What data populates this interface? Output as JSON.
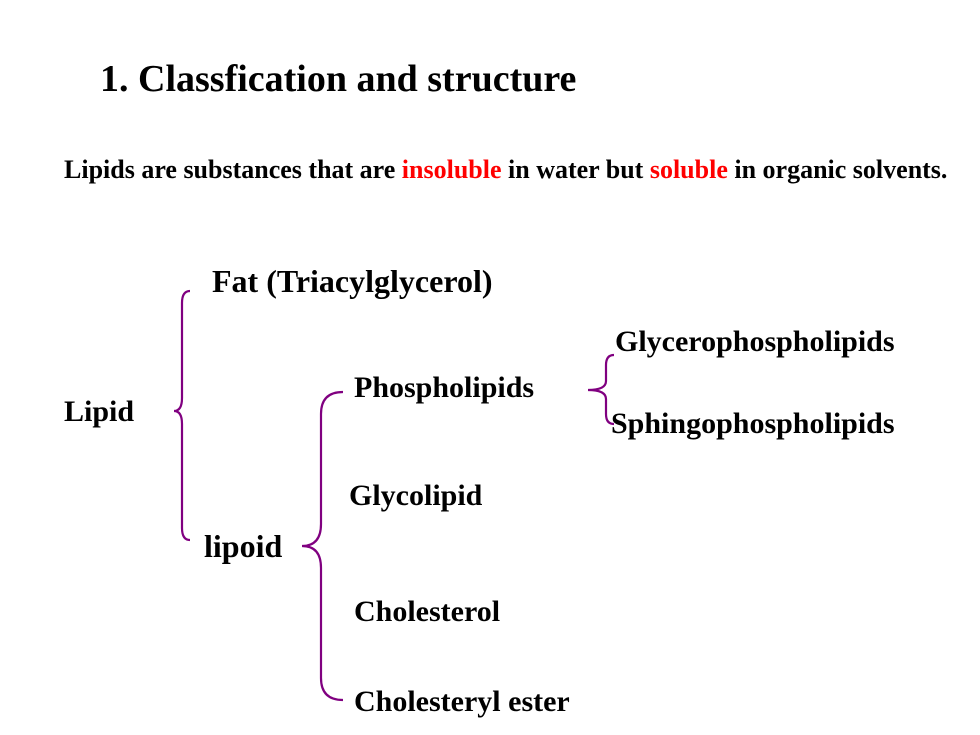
{
  "title": "1. Classfication and structure",
  "intro": {
    "text_1": "Lipids are substances that are ",
    "highlight_1": "insoluble",
    "text_2": " in water but ",
    "highlight_2": "soluble",
    "text_3": " in organic solvents."
  },
  "tree": {
    "root": "Lipid",
    "fat": "Fat (Triacylglycerol)",
    "lipoid": "lipoid",
    "phospholipids": "Phospholipids",
    "glycerophospholipids": "Glycerophospholipids",
    "sphingophospholipids": "Sphingophospholipids",
    "glycolipid": "Glycolipid",
    "cholesterol": "Cholesterol",
    "cholesteryl_ester": "Cholesteryl ester"
  },
  "colors": {
    "highlight": "#ff0000",
    "brace": "#800080",
    "text": "#000000"
  }
}
